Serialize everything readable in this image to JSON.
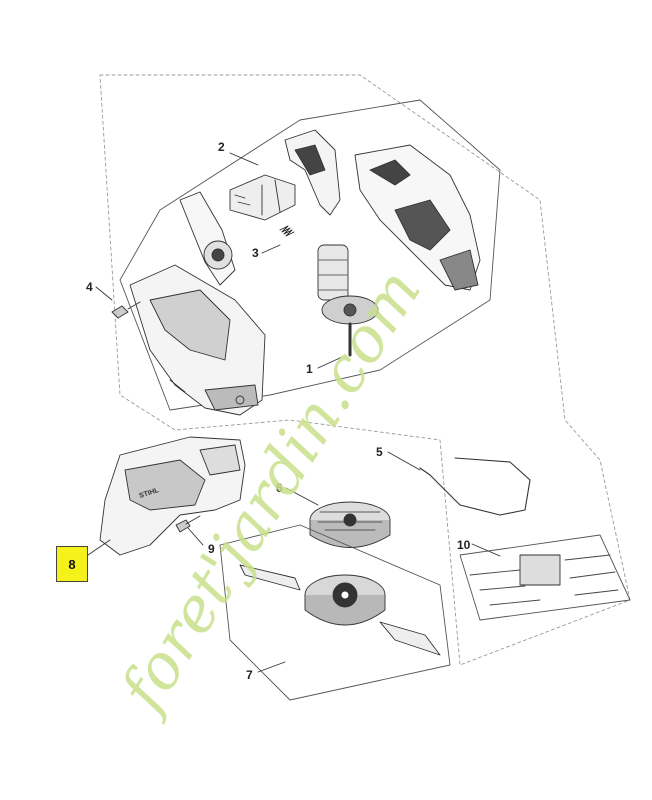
{
  "callouts": {
    "c1": "1",
    "c2": "2",
    "c3": "3",
    "c4": "4",
    "c5": "5",
    "c6": "6",
    "c7": "7",
    "c8": "8",
    "c9": "9",
    "c10": "10"
  },
  "housing_logo": "STIHL",
  "watermark": {
    "text": "foret'jardin.com",
    "color": "#c8e08a"
  },
  "highlight_color": "#f5f21b"
}
